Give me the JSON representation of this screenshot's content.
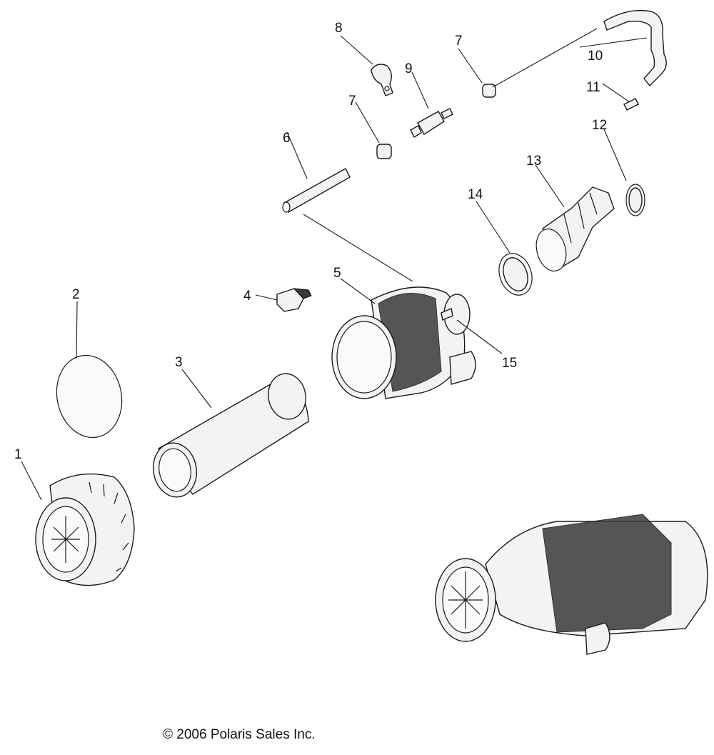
{
  "callouts": {
    "c1": "1",
    "c2": "2",
    "c3": "3",
    "c4": "4",
    "c5": "5",
    "c6": "6",
    "c7a": "7",
    "c7b": "7",
    "c8": "8",
    "c9": "9",
    "c10": "10",
    "c11": "11",
    "c12": "12",
    "c13": "13",
    "c14": "14",
    "c15": "15"
  },
  "copyright": "© 2006 Polaris Sales Inc."
}
